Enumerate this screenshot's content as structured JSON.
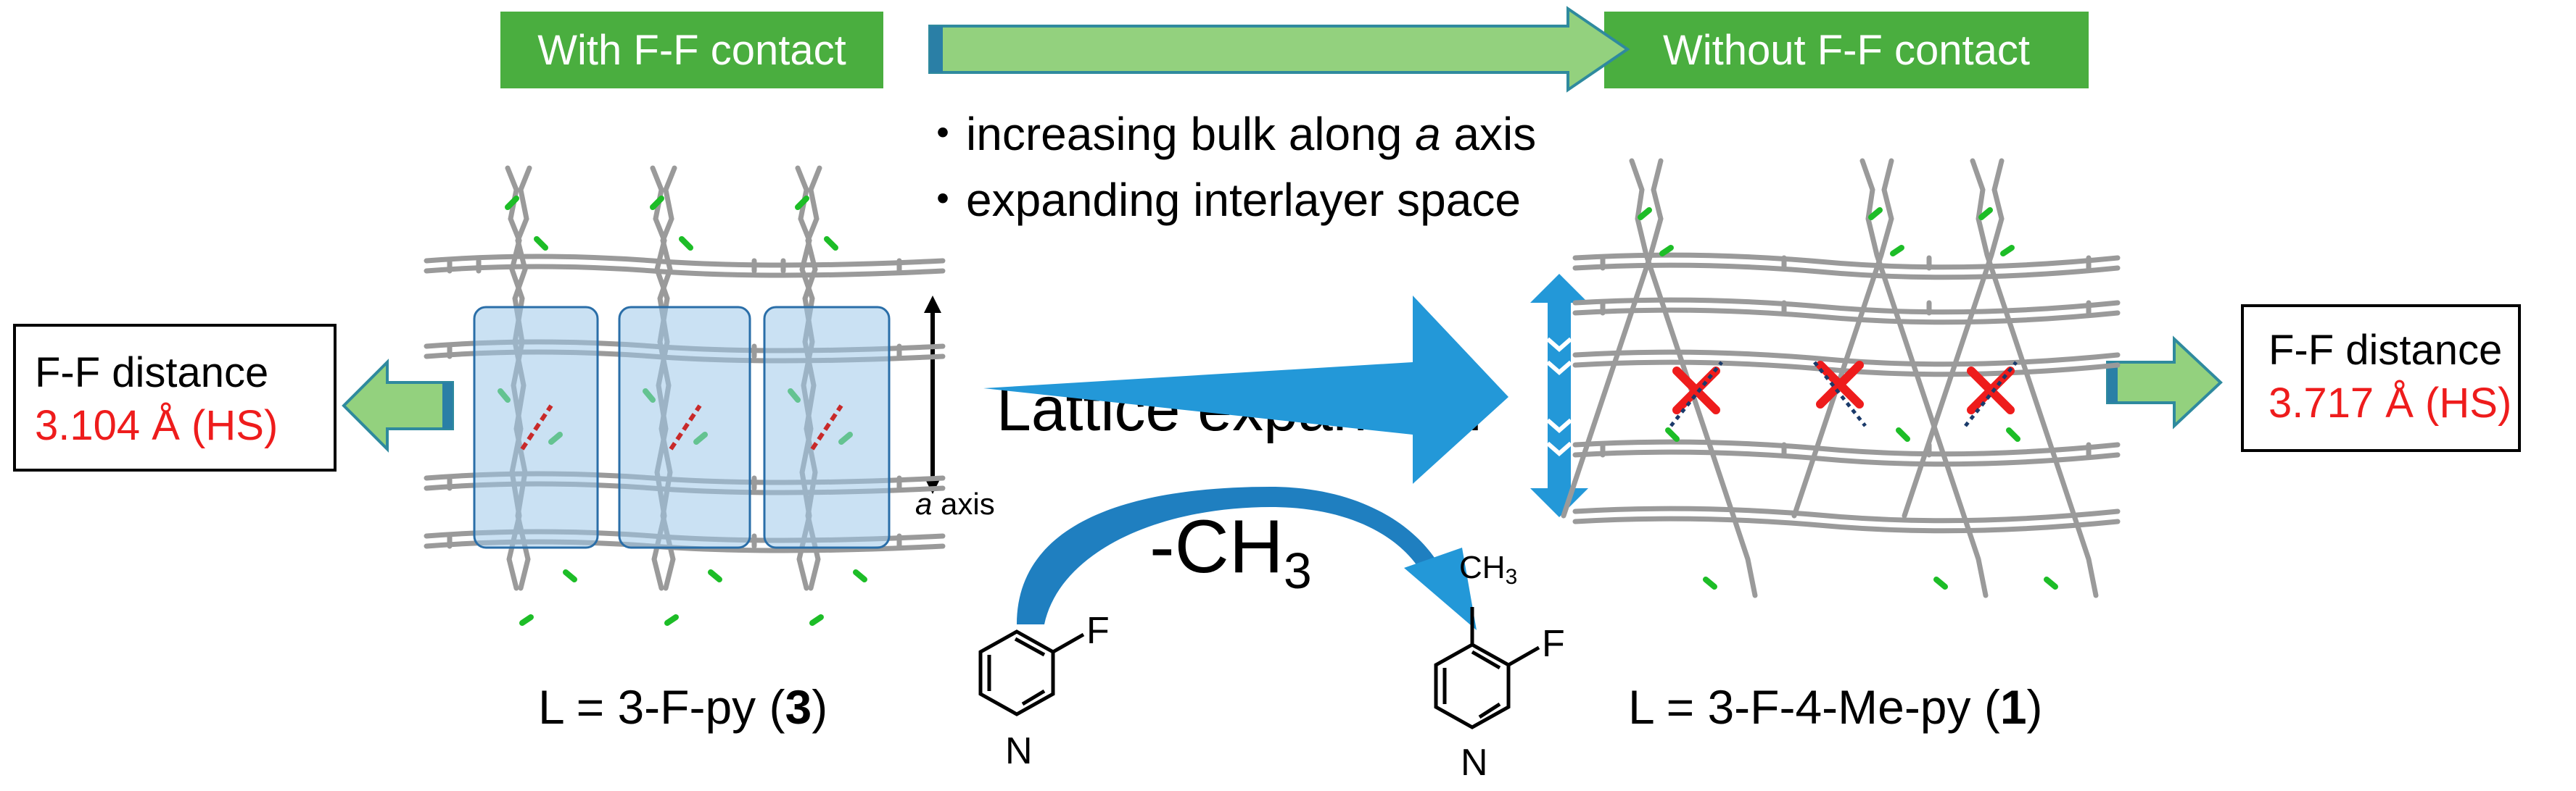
{
  "labels": {
    "with_contact": "With F-F contact",
    "without_contact": "Without F-F contact",
    "bullet_1_pre": "increasing bulk along ",
    "bullet_1_italic": "a",
    "bullet_1_post": " axis",
    "bullet_2": "expanding interlayer space",
    "bullet_mark": "・",
    "lattice_expansion": "Lattice expansion",
    "methyl_removal": "-CH",
    "methyl_sub": "3",
    "a_axis_italic": "a",
    "a_axis_word": " axis"
  },
  "left_box": {
    "title": "F-F distance",
    "value": "3.104 Å (HS)"
  },
  "right_box": {
    "title": "F-F distance",
    "value": "3.717 Å (HS)"
  },
  "compound_left": {
    "prefix": "L = 3-F-py (",
    "number": "3",
    "suffix": ")"
  },
  "compound_right": {
    "prefix": "L = 3-F-4-Me-py (",
    "number": "1",
    "suffix": ")"
  },
  "molecule_left": {
    "F": "F",
    "N": "N"
  },
  "molecule_right": {
    "F": "F",
    "N": "N",
    "methyl": "CH",
    "methyl_sub": "3"
  },
  "colors": {
    "green_box": "#4aae3f",
    "light_green_arrow": "#93d17e",
    "blue_arrow": "#2398d8",
    "highlight_blue": "#9fc8ea",
    "red_text": "#ee1c1c",
    "lattice_gray": "#9a9a9a",
    "fluorine_green": "#1dbd27"
  }
}
